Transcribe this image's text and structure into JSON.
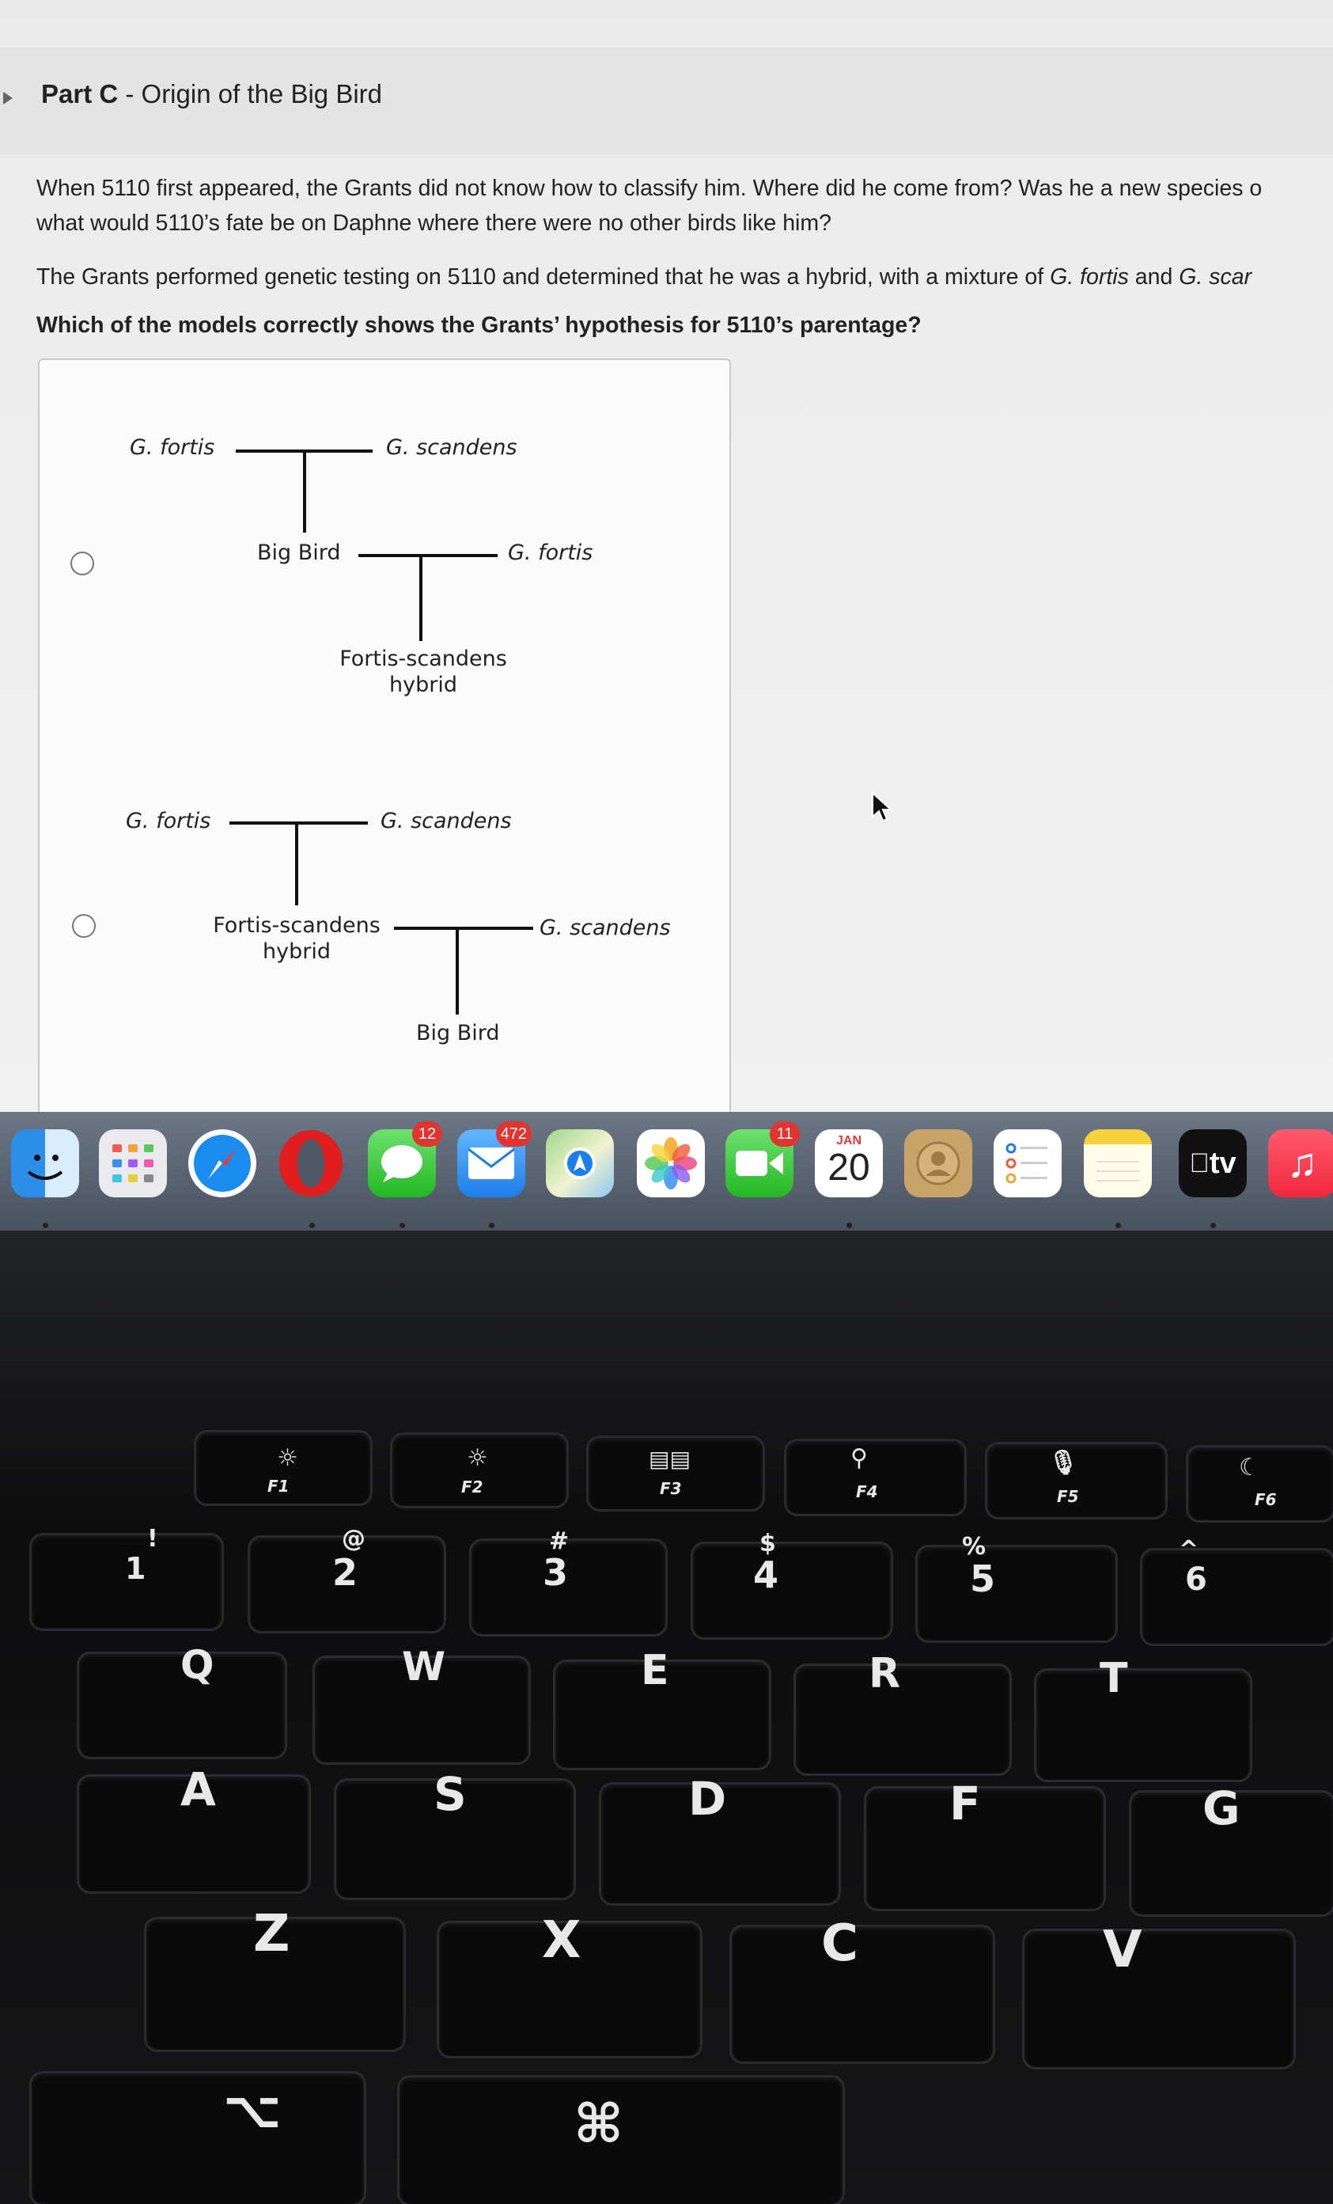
{
  "part": {
    "title_bold": "Part C",
    "title_rest": " - Origin of the Big Bird"
  },
  "question": {
    "line1": "When 5110 first appeared, the Grants did not know how to classify him. Where did he come from? Was he a new species o",
    "line2": "what would 5110’s fate be on Daphne where there were no other birds like him?",
    "line3_pre": "The Grants performed genetic testing on 5110 and determined that he was a hybrid, with a mixture of ",
    "line3_it1": "G. fortis",
    "line3_mid": " and ",
    "line3_it2": "G. scar",
    "prompt": "Which of the models correctly shows the Grants’ hypothesis for 5110’s parentage?"
  },
  "options": [
    {
      "top_left": "G. fortis",
      "top_right": "G. scandens",
      "mid_left": "Big Bird",
      "mid_right": "G. fortis",
      "bottom_line1": "Fortis-scandens",
      "bottom_line2": "hybrid"
    },
    {
      "top_left": "G. fortis",
      "top_right": "G. scandens",
      "mid_left_line1": "Fortis-scandens",
      "mid_left_line2": "hybrid",
      "mid_right": "G. scandens",
      "bottom": "Big Bird"
    }
  ],
  "dock": {
    "items": [
      {
        "name": "Finder",
        "icon": "finder-icon"
      },
      {
        "name": "Launchpad",
        "icon": "launchpad-icon"
      },
      {
        "name": "Safari",
        "icon": "safari-icon"
      },
      {
        "name": "Opera",
        "icon": "opera-icon"
      },
      {
        "name": "Messages",
        "icon": "messages-icon",
        "badge": "12"
      },
      {
        "name": "Mail",
        "icon": "mail-icon",
        "badge": "472"
      },
      {
        "name": "Maps",
        "icon": "maps-icon"
      },
      {
        "name": "Photos",
        "icon": "photos-icon"
      },
      {
        "name": "FaceTime",
        "icon": "facetime-icon",
        "badge": "11"
      },
      {
        "name": "Calendar",
        "icon": "calendar-icon",
        "month": "JAN",
        "day": "20"
      },
      {
        "name": "Contacts",
        "icon": "contacts-icon"
      },
      {
        "name": "Reminders",
        "icon": "reminders-icon"
      },
      {
        "name": "Notes",
        "icon": "notes-icon"
      },
      {
        "name": "TV",
        "icon": "tv-icon",
        "label": "tv"
      },
      {
        "name": "Music",
        "icon": "music-icon"
      }
    ]
  },
  "keyboard": {
    "fn_labels": [
      "F1",
      "F2",
      "F3",
      "F4",
      "F5",
      "F6"
    ],
    "num_symbols": [
      "!",
      "@",
      "#",
      "$",
      "%",
      "^"
    ],
    "num_digits": [
      "1",
      "2",
      "3",
      "4",
      "5",
      "6"
    ],
    "row_q": [
      "Q",
      "W",
      "E",
      "R",
      "T"
    ],
    "row_a": [
      "A",
      "S",
      "D",
      "F",
      "G"
    ],
    "row_z": [
      "Z",
      "X",
      "C",
      "V"
    ],
    "cmd_symbol": "⌘"
  }
}
